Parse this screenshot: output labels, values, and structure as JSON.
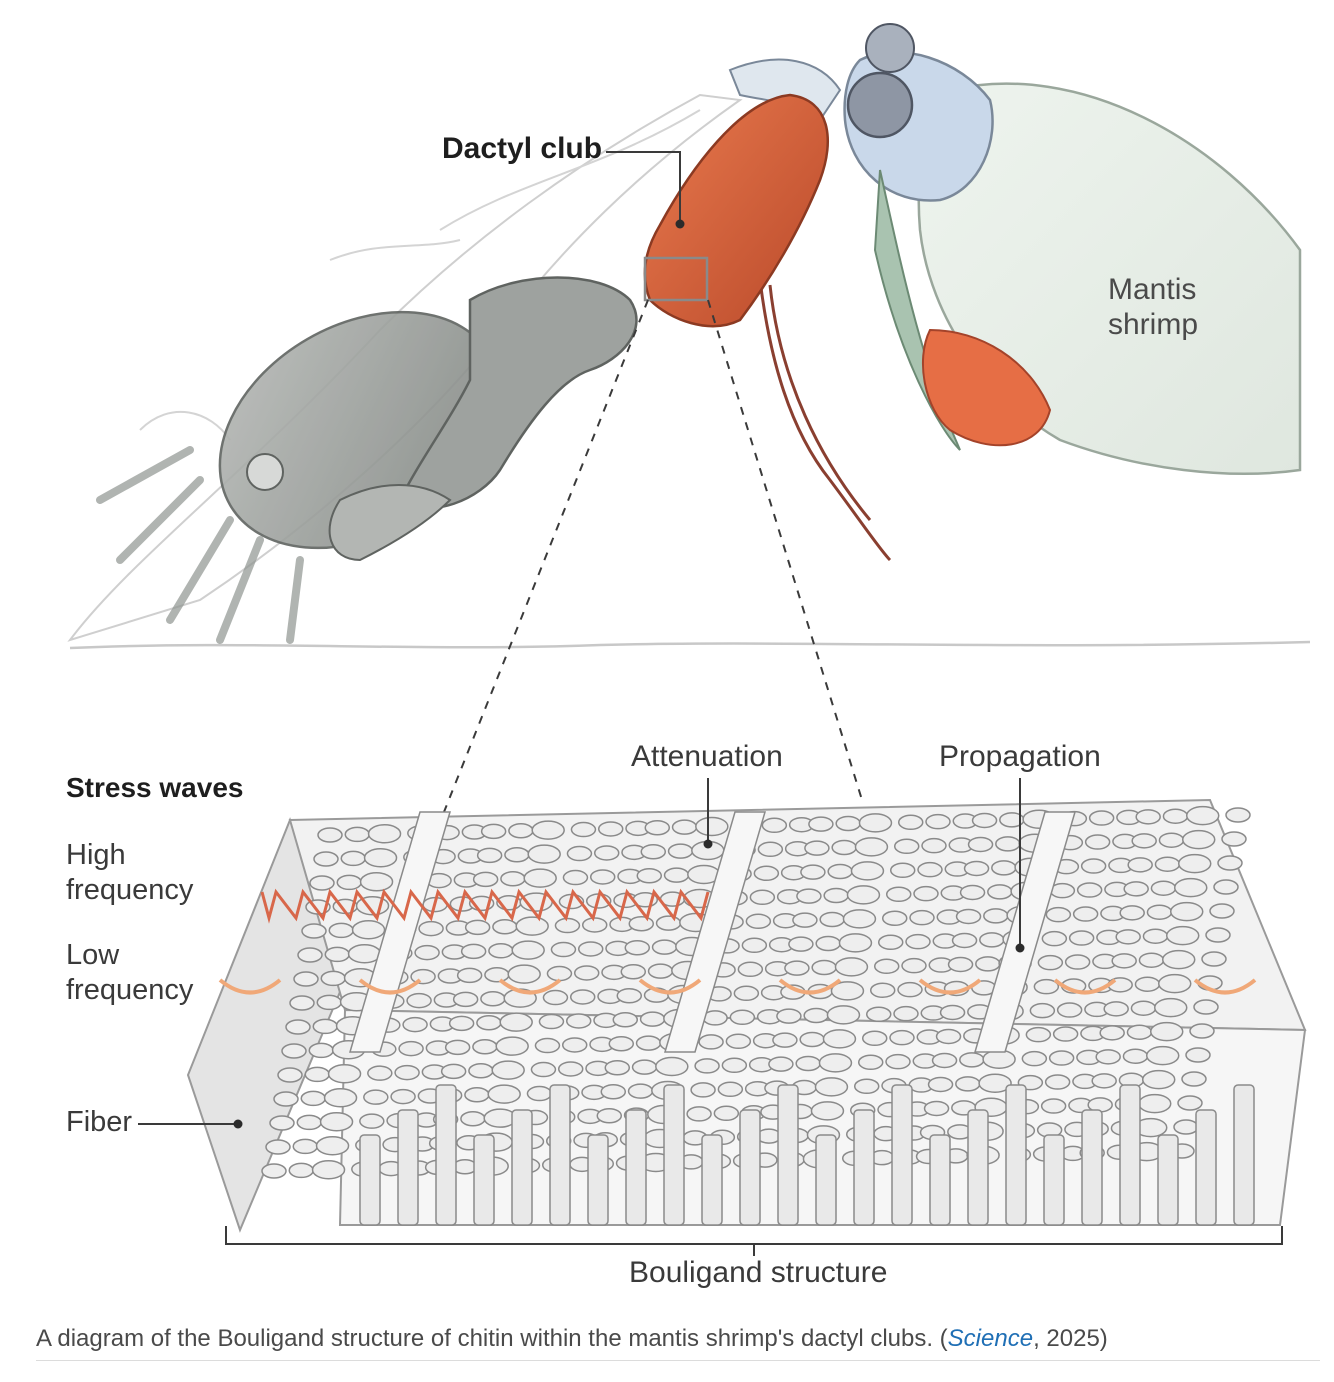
{
  "labels": {
    "dactyl_club": "Dactyl club",
    "mantis_line1": "Mantis",
    "mantis_line2": "shrimp",
    "stress_waves": "Stress waves",
    "high_line1": "High",
    "high_line2": "frequency",
    "low_line1": "Low",
    "low_line2": "frequency",
    "fiber": "Fiber",
    "attenuation": "Attenuation",
    "propagation": "Propagation",
    "bouligand": "Bouligand structure"
  },
  "caption": {
    "text": "A diagram of the Bouligand structure of chitin within the mantis shrimp's dactyl clubs. (",
    "source": "Science",
    "suffix": ", 2025)"
  },
  "colors": {
    "club_orange": "#e0673f",
    "club_dark": "#c0522e",
    "shrimp_blue": "#c9d8ea",
    "shrimp_green": "#a9c3b0",
    "crab_grey": "#8f9490",
    "fiber_fill": "#eeeeee",
    "fiber_stroke": "#8a8a8a",
    "high_wave": "#d8674a",
    "low_wave": "#f0a878",
    "ink": "#2b2b2b",
    "caption_link": "#1f6fb5"
  }
}
